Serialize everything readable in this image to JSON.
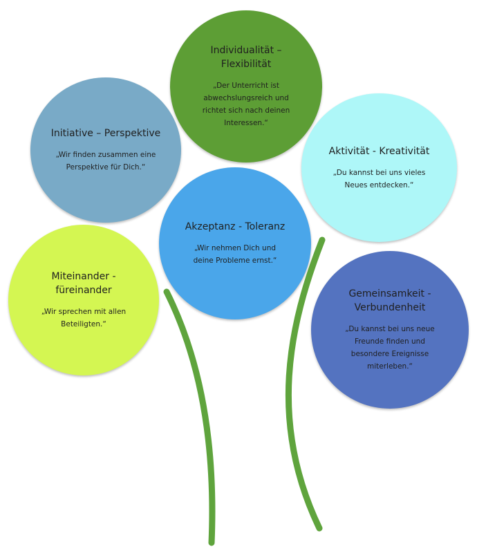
{
  "colors": {
    "stem": "#5fa43d",
    "individualitaet": "#5d9e35",
    "initiative": "#79aac7",
    "aktivitaet": "#aef7f8",
    "akzeptanz": "#4aa6ea",
    "miteinander": "#d4f652",
    "gemeinsamkeit": "#5473c0"
  },
  "circles": {
    "individualitaet": {
      "title": "Individualität – Flexibilität",
      "quote": "„Der Unterricht ist abwechslungsreich und richtet sich nach deinen Interessen.“"
    },
    "initiative": {
      "title": "Initiative – Perspektive",
      "quote": "„Wir finden zusammen eine Perspektive für Dich.“"
    },
    "aktivitaet": {
      "title": "Aktivität - Kreativität",
      "quote": "„Du kannst bei uns vieles Neues entdecken.“"
    },
    "akzeptanz": {
      "title": "Akzeptanz - Toleranz",
      "quote": "„Wir nehmen Dich und deine Probleme ernst.“"
    },
    "miteinander": {
      "title": "Miteinander - füreinander",
      "quote": "„Wir sprechen mit allen Beteiligten.“"
    },
    "gemeinsamkeit": {
      "title": "Gemeinsamkeit - Verbundenheit",
      "quote": "„Du kannst bei uns neue Freunde finden und besondere Ereignisse miterleben.“"
    }
  }
}
